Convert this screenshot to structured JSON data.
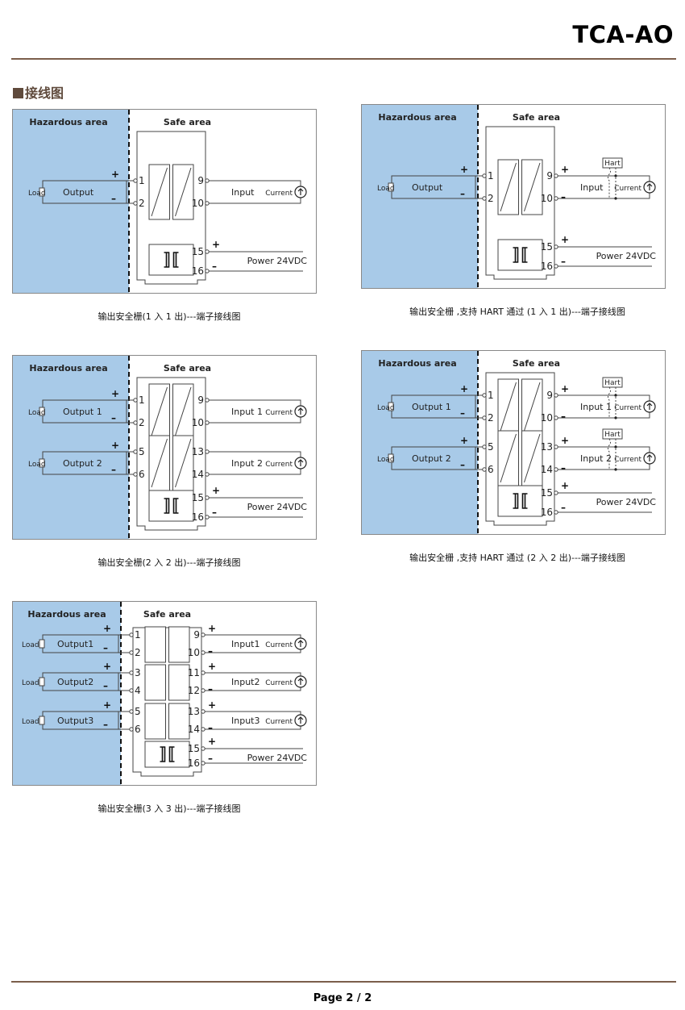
{
  "header": {
    "model": "TCA-AO"
  },
  "section": {
    "heading": "接线图"
  },
  "colors": {
    "hazard_fill": "#a8cae8",
    "rule": "#7b5e4b",
    "heading": "#5f4a3c"
  },
  "labels": {
    "hazardous": "Hazardous area",
    "safe": "Safe area",
    "load": "Load",
    "current": "Current",
    "hart": "Hart",
    "power": "Power 24VDC",
    "plus": "+",
    "minus": "–"
  },
  "diagrams": [
    {
      "caption": "输出安全栅(1 入 1 出)---端子接线图",
      "hart": false,
      "channels": [
        {
          "output": "Output",
          "input": "Input",
          "out_terms": [
            "1",
            "2"
          ],
          "in_terms": [
            "9",
            "10"
          ]
        }
      ],
      "power_terms": [
        "15",
        "16"
      ]
    },
    {
      "caption": "输出安全栅 ,支持 HART 通过  (1 入 1 出)---端子接线图",
      "hart": true,
      "channels": [
        {
          "output": "Output",
          "input": "Input",
          "out_terms": [
            "1",
            "2"
          ],
          "in_terms": [
            "9",
            "10"
          ]
        }
      ],
      "power_terms": [
        "15",
        "16"
      ]
    },
    {
      "caption": "输出安全栅(2 入 2 出)---端子接线图",
      "hart": false,
      "channels": [
        {
          "output": "Output 1",
          "input": "Input 1",
          "out_terms": [
            "1",
            "2"
          ],
          "in_terms": [
            "9",
            "10"
          ]
        },
        {
          "output": "Output 2",
          "input": "Input 2",
          "out_terms": [
            "5",
            "6"
          ],
          "in_terms": [
            "13",
            "14"
          ]
        }
      ],
      "power_terms": [
        "15",
        "16"
      ]
    },
    {
      "caption": "输出安全栅 ,支持 HART 通过  (2 入 2 出)---端子接线图",
      "hart": true,
      "channels": [
        {
          "output": "Output 1",
          "input": "Input 1",
          "out_terms": [
            "1",
            "2"
          ],
          "in_terms": [
            "9",
            "10"
          ]
        },
        {
          "output": "Output 2",
          "input": "Input 2",
          "out_terms": [
            "5",
            "6"
          ],
          "in_terms": [
            "13",
            "14"
          ]
        }
      ],
      "power_terms": [
        "15",
        "16"
      ]
    },
    {
      "caption": "输出安全栅(3 入 3 出)---端子接线图",
      "hart": false,
      "channels": [
        {
          "output": "Output1",
          "input": "Input1",
          "out_terms": [
            "1",
            "2"
          ],
          "in_terms": [
            "9",
            "10"
          ]
        },
        {
          "output": "Output2",
          "input": "Input2",
          "out_terms": [
            "3",
            "4"
          ],
          "in_terms": [
            "11",
            "12"
          ]
        },
        {
          "output": "Output3",
          "input": "Input3",
          "out_terms": [
            "5",
            "6"
          ],
          "in_terms": [
            "13",
            "14"
          ]
        }
      ],
      "power_terms": [
        "15",
        "16"
      ]
    }
  ],
  "footer": {
    "page": "Page 2 / 2"
  }
}
